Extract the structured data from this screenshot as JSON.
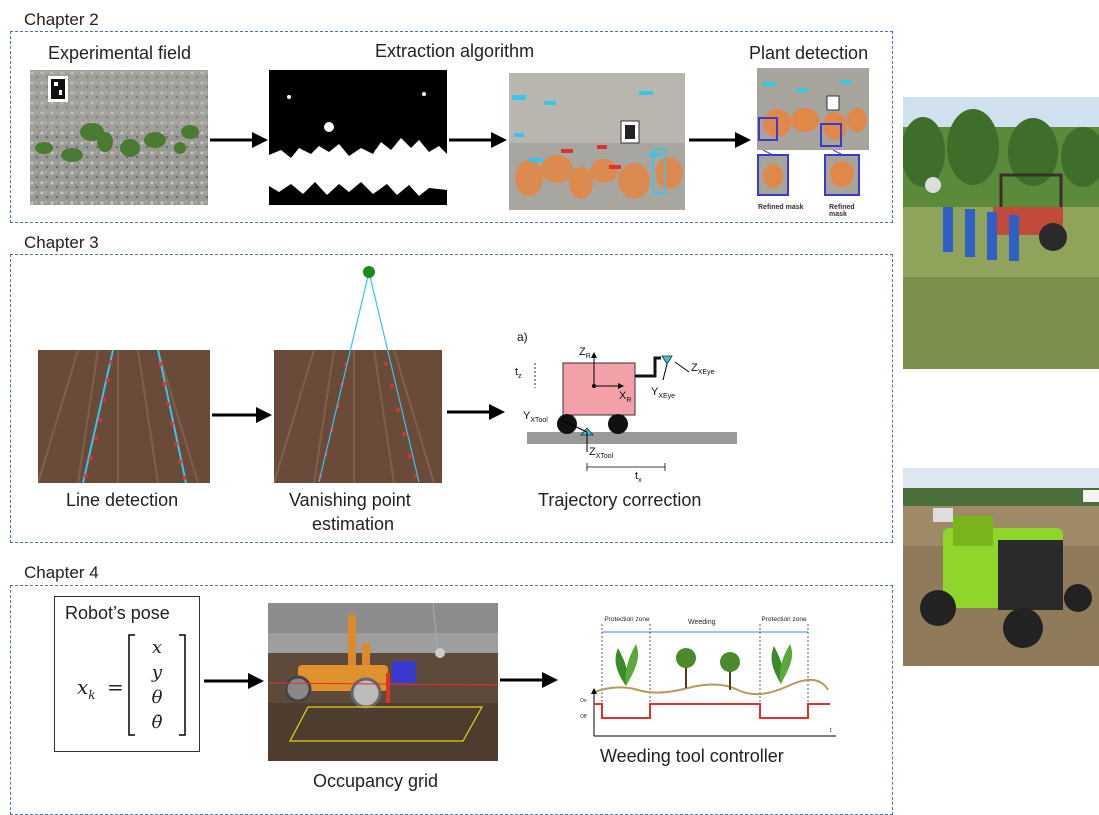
{
  "chapter2": {
    "title": "Chapter 2",
    "labels": {
      "field": "Experimental field",
      "extraction": "Extraction algorithm",
      "detection": "Plant detection"
    },
    "refined_1": "Refined mask",
    "refined_2": "Refined mask"
  },
  "chapter3": {
    "title": "Chapter 3",
    "labels": {
      "line": "Line detection",
      "vp1": "Vanishing point",
      "vp2": "estimation",
      "traj": "Trajectory correction"
    },
    "diagram": {
      "tag": "a)",
      "zr": "Z",
      "zr_sub": "R",
      "xr": "X",
      "xr_sub": "R",
      "tz": "t",
      "tz_sub": "z",
      "tx": "t",
      "tx_sub": "x",
      "yxtool": "Y",
      "yxtool_sub": "XTool",
      "zxtool": "Z",
      "zxtool_sub": "XTool",
      "zxeye": "Z",
      "zxeye_sub": "XEye",
      "yxeye": "Y",
      "yxeye_sub": "XEye"
    }
  },
  "chapter4": {
    "title": "Chapter 4",
    "pose_title": "Robot’s pose",
    "pose_lhs": "x",
    "pose_lhs_sub": "k",
    "pose_eq": "=",
    "pose_vec": [
      "x",
      "y",
      "θ",
      "θ̇"
    ],
    "labels": {
      "grid": "Occupancy grid",
      "controller": "Weeding tool controller"
    },
    "ctrl": {
      "zone1": "Protection zone",
      "zone2": "Weeding",
      "zone3": "Protection zone",
      "on": "On",
      "off": "Off",
      "t": "t"
    }
  },
  "colors": {
    "panel_border": "#4a76b0",
    "signal": "#e03030",
    "detection_box": "#3a3ad0",
    "vanishing_point": "#1a8a1a",
    "line_fit": "#35c6e8",
    "robot_body": "#f4a0a8",
    "robot_green": "#8fd62a"
  }
}
